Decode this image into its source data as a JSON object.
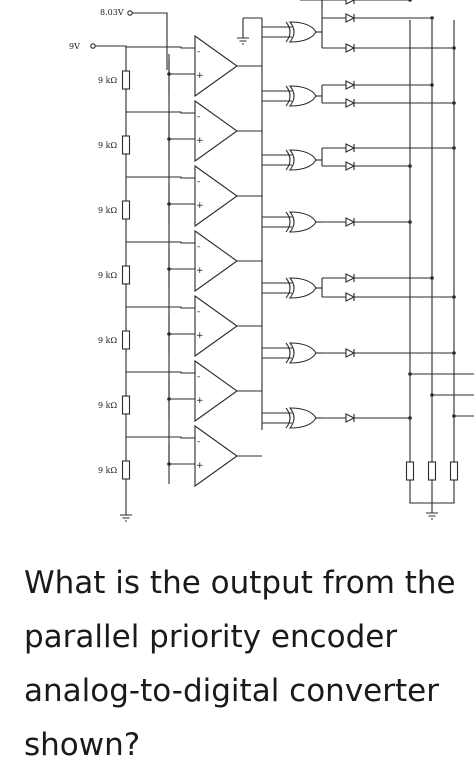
{
  "circuit": {
    "vref_label": "8.03V",
    "supply_label": "9V",
    "resistor_label": "9 kΩ",
    "ladder_resistor_count": 7,
    "comparator_count": 7,
    "xor_gate_count": 7,
    "output_resistor_count": 3
  },
  "question": {
    "text": "What is the output from the parallel priority encoder analog-to-digital converter shown?"
  }
}
